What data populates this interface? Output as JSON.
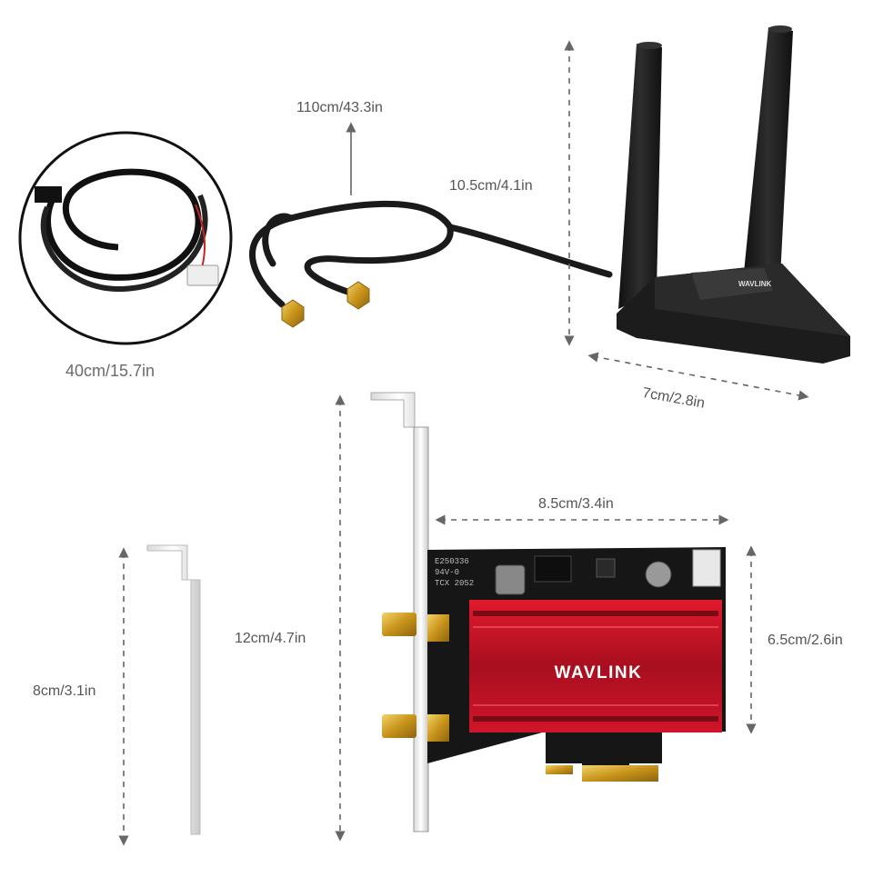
{
  "image": {
    "brand": "WAVLINK",
    "pcb_marks": [
      "E250336",
      "94V-0",
      "TCX 2052"
    ]
  },
  "dimensions": {
    "cable_length": "110cm/43.3in",
    "antenna_height": "10.5cm/4.1in",
    "base_width": "7cm/2.8in",
    "power_cable": "40cm/15.7in",
    "card_width": "8.5cm/3.4in",
    "card_height": "6.5cm/2.6in",
    "full_bracket": "12cm/4.7in",
    "low_bracket": "8cm/3.1in"
  },
  "colors": {
    "heatsink": "#c8102e",
    "antenna": "#1e1e1e",
    "connector": "#d4a017",
    "dim_line": "#666666"
  }
}
